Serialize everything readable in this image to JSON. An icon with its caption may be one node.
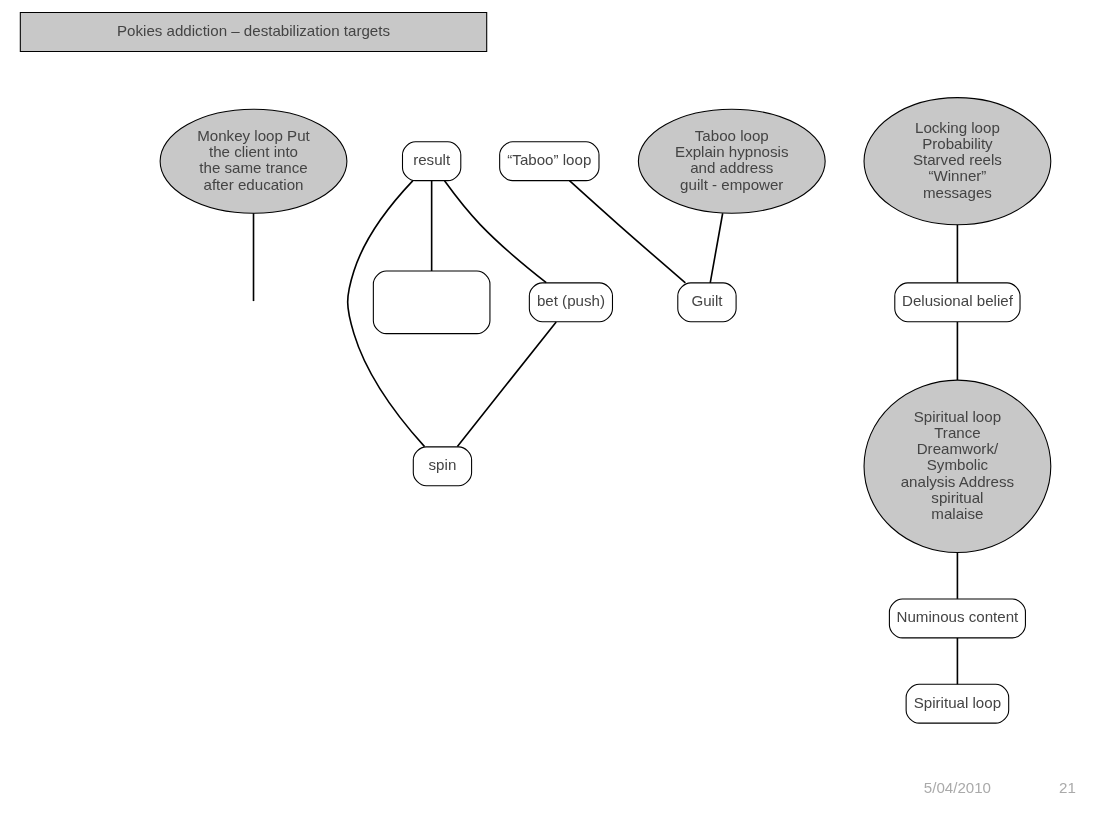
{
  "diagram": {
    "nodes": [
      {
        "text": [
          "Pokies addiction – destabilization targets"
        ]
      },
      {
        "text": [
          "Monkey loop Put the client into the same trance after education"
        ]
      },
      {
        "text": [],
        "shape": "box"
      },
      {
        "text": [
          "“Taboo” loop"
        ]
      },
      {
        "text": [
          "Taboo loop Explain hypnosis and address guilt - empower"
        ]
      },
      {
        "text": [
          "Guilt"
        ]
      },
      {
        "text": [
          "bet (push)"
        ]
      },
      {
        "text": [
          "spin"
        ]
      },
      {
        "text": [
          "Locking loop Probability Starved reels “Winner” messages"
        ]
      },
      {
        "text": [
          "result"
        ]
      },
      {
        "text": [
          "Spiritual loop Trance Dreamwork/ Symbolic analysis Address spiritual malaise"
        ]
      },
      {
        "text": [
          "Spiritual loop"
        ]
      },
      {
        "text": [
          "Delusional belief"
        ]
      },
      {
        "text": [
          "Numinous content"
        ]
      }
    ],
    "edges": [
      {
        "from": 3,
        "to": 5,
        "arrow": "none"
      },
      {
        "from": 4,
        "to": 5,
        "arrow": "none"
      },
      {
        "from": 1,
        "to": null,
        "arrow": "none"
      },
      {
        "from": 6,
        "to": 7,
        "arrow": "none"
      },
      {
        "from": 7,
        "to": 9,
        "arrow": "none"
      },
      {
        "from": 9,
        "to": 6,
        "arrow": "none"
      },
      {
        "from": 9,
        "to": 2,
        "arrow": "none"
      },
      {
        "from": 8,
        "to": 12,
        "arrow": "none"
      },
      {
        "from": 12,
        "to": 10,
        "arrow": "none"
      },
      {
        "from": 10,
        "to": 13,
        "arrow": "none"
      },
      {
        "from": 13,
        "to": 11,
        "arrow": "none"
      }
    ],
    "labels": [
      "5/04/2010",
      "21"
    ]
  }
}
